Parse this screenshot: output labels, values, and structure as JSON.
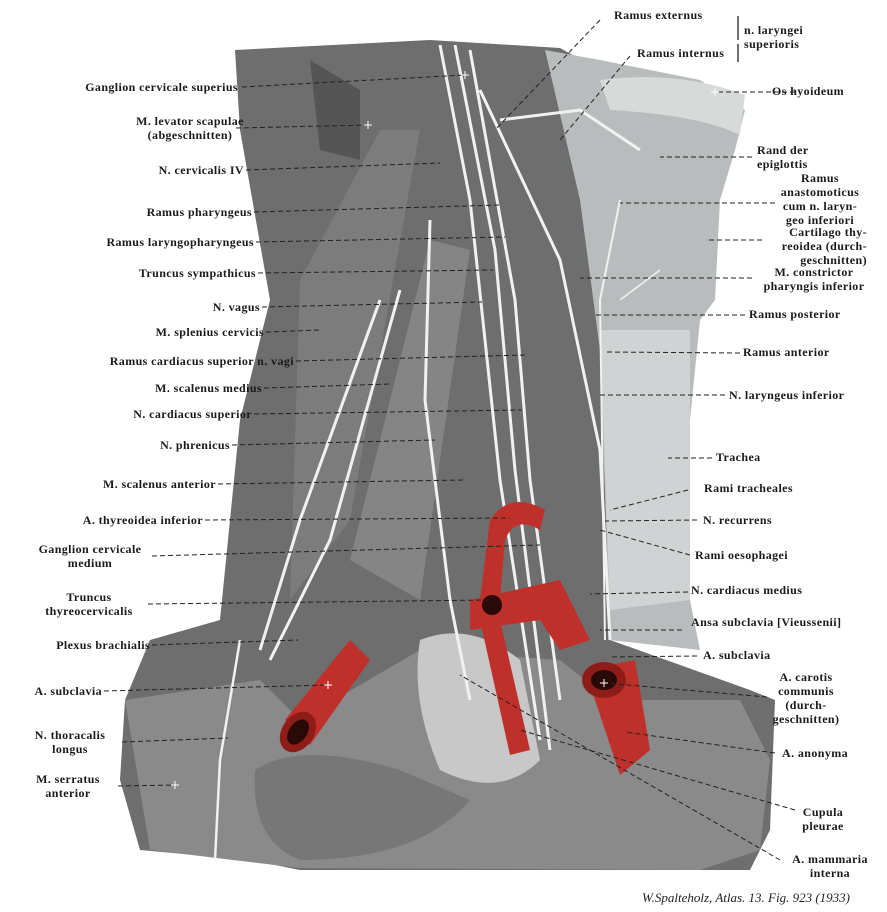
{
  "figure": {
    "caption": "W.Spalteholz, Atlas. 13. Fig. 923 (1933)",
    "left_labels": [
      "Ganglion cervicale superius",
      "M. levator scapulae",
      "(abgeschnitten)",
      "N. cervicalis IV",
      "Ramus pharyngeus",
      "Ramus laryngopharyngeus",
      "Truncus sympathicus",
      "N. vagus",
      "M. splenius cervicis",
      "Ramus cardiacus superior n. vagi",
      "M. scalenus medius",
      "N. cardiacus superior",
      "N. phrenicus",
      "M. scalenus anterior",
      "A. thyreoidea inferior",
      "Ganglion cervicale",
      "medium",
      "Truncus",
      "thyreocervicalis",
      "Plexus brachialis",
      "A. subclavia",
      "N. thoracalis",
      "longus",
      "M. serratus",
      "anterior"
    ],
    "right_labels": {
      "ramus_externus": "Ramus externus",
      "ramus_internus": "Ramus internus",
      "n_laryngei_1": "n. laryngei",
      "n_laryngei_2": "superioris",
      "os_hyoideum": "Os hyoideum",
      "rand_1": "Rand der",
      "rand_2": "epiglottis",
      "anast_1": "Ramus",
      "anast_2": "anastomoticus",
      "anast_3": "cum n. laryn-",
      "anast_4": "geo inferiori",
      "cart_1": "Cartilago thy-",
      "cart_2": "reoidea (durch-",
      "cart_3": "geschnitten)",
      "constr_1": "M. constrictor",
      "constr_2": "pharyngis inferior",
      "ramus_posterior": "Ramus posterior",
      "ramus_anterior": "Ramus anterior",
      "n_laryngeus_inferior": "N. laryngeus inferior",
      "trachea": "Trachea",
      "rami_tracheales": "Rami tracheales",
      "n_recurrens": "N. recurrens",
      "rami_oesophagei": "Rami oesophagei",
      "n_cardiacus_medius": "N. cardiacus medius",
      "ansa_subclavia": "Ansa subclavia [Vieussenii]",
      "a_subclavia": "A. subclavia",
      "carotis_1": "A. carotis",
      "carotis_2": "communis",
      "carotis_3": "(durch-",
      "carotis_4": "geschnitten)",
      "a_anonyma": "A. anonyma",
      "cupula_1": "Cupula",
      "cupula_2": "pleurae",
      "mammaria_1": "A. mammaria",
      "mammaria_2": "interna"
    },
    "colors": {
      "artery": "#c0302a",
      "tissue": "#6e6e6e",
      "light_tissue": "#c9cccc"
    }
  }
}
